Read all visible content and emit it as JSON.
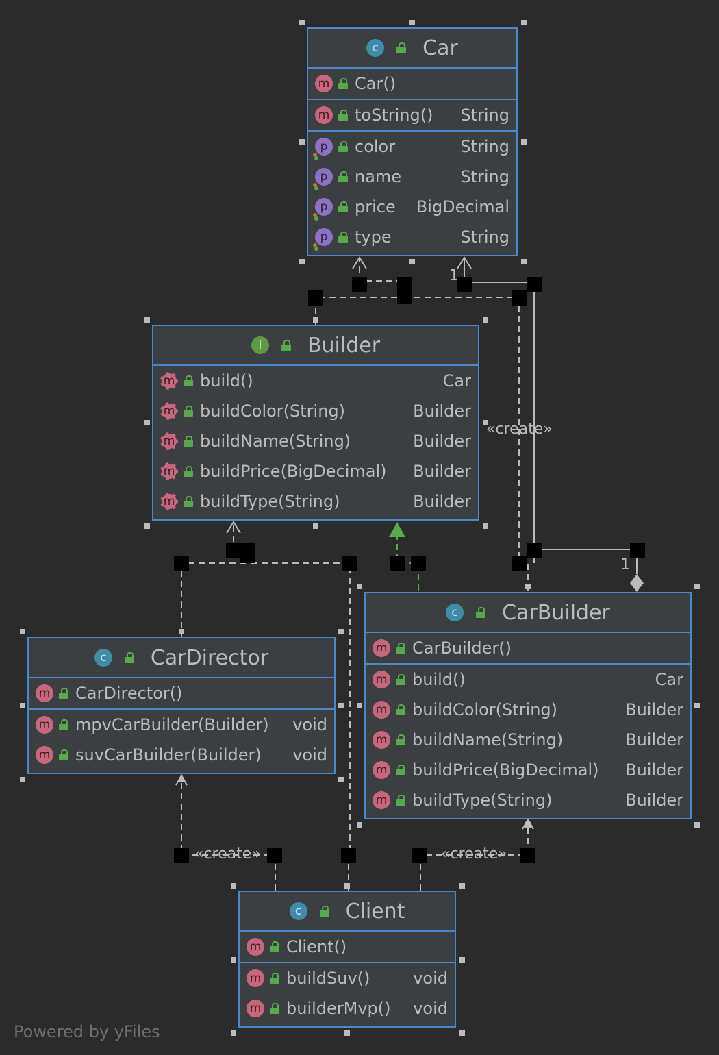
{
  "classes": {
    "car": {
      "name": "Car",
      "constructors": [
        {
          "name": "Car()",
          "type": ""
        }
      ],
      "methods": [
        {
          "name": "toString()",
          "type": "String"
        }
      ],
      "properties": [
        {
          "name": "color",
          "type": "String"
        },
        {
          "name": "name",
          "type": "String"
        },
        {
          "name": "price",
          "type": "BigDecimal"
        },
        {
          "name": "type",
          "type": "String"
        }
      ]
    },
    "builder": {
      "name": "Builder",
      "methods": [
        {
          "name": "build()",
          "type": "Car"
        },
        {
          "name": "buildColor(String)",
          "type": "Builder"
        },
        {
          "name": "buildName(String)",
          "type": "Builder"
        },
        {
          "name": "buildPrice(BigDecimal)",
          "type": "Builder"
        },
        {
          "name": "buildType(String)",
          "type": "Builder"
        }
      ]
    },
    "carDirector": {
      "name": "CarDirector",
      "constructors": [
        {
          "name": "CarDirector()",
          "type": ""
        }
      ],
      "methods": [
        {
          "name": "mpvCarBuilder(Builder)",
          "type": "void"
        },
        {
          "name": "suvCarBuilder(Builder)",
          "type": "void"
        }
      ]
    },
    "carBuilder": {
      "name": "CarBuilder",
      "constructors": [
        {
          "name": "CarBuilder()",
          "type": ""
        }
      ],
      "methods": [
        {
          "name": "build()",
          "type": "Car"
        },
        {
          "name": "buildColor(String)",
          "type": "Builder"
        },
        {
          "name": "buildName(String)",
          "type": "Builder"
        },
        {
          "name": "buildPrice(BigDecimal)",
          "type": "Builder"
        },
        {
          "name": "buildType(String)",
          "type": "Builder"
        }
      ]
    },
    "client": {
      "name": "Client",
      "constructors": [
        {
          "name": "Client()",
          "type": ""
        }
      ],
      "methods": [
        {
          "name": "buildSuv()",
          "type": "void"
        },
        {
          "name": "builderMvp()",
          "type": "void"
        }
      ]
    }
  },
  "labels": {
    "create_builder_car": "«create»",
    "create_client_director": "«create»",
    "create_client_carbuilder": "«create»",
    "multiplicity_car": "1",
    "multiplicity_carbuilder": "1"
  },
  "icons": {
    "class": "class-icon",
    "interface": "interface-icon",
    "method": "method-icon",
    "property": "property-icon",
    "visibility": "lock-icon"
  },
  "badges": {
    "class": "c",
    "interface": "I",
    "method": "m",
    "property": "p"
  },
  "colors": {
    "background": "#2b2b2b",
    "box": "#3c3f41",
    "border": "#4a88c7",
    "text": "#bbbbbb",
    "line": "#bbbbbb",
    "implements": "#59a84e"
  },
  "footer": "Powered by yFiles"
}
